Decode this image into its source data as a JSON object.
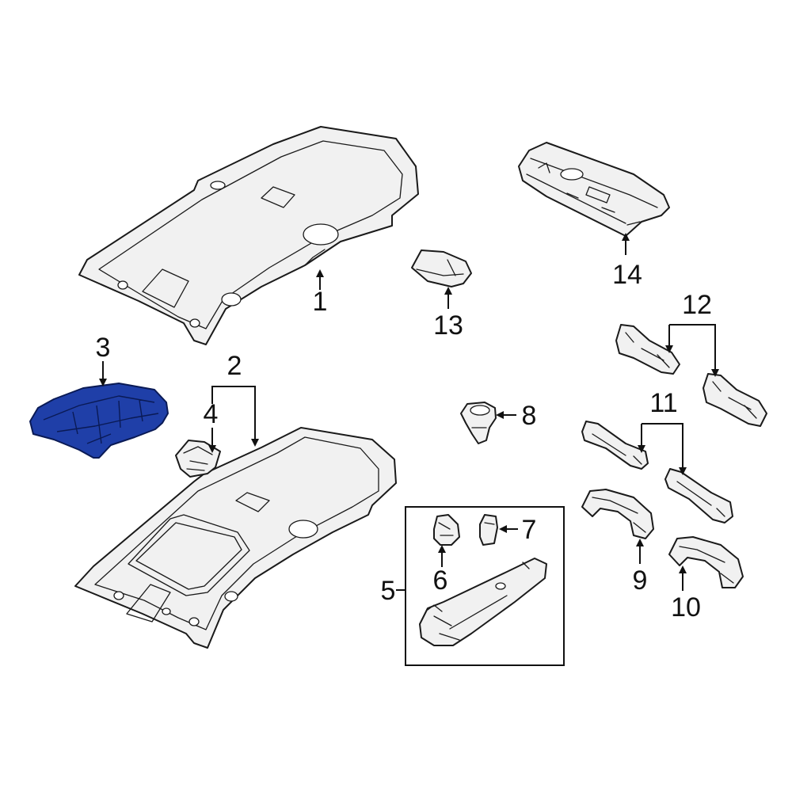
{
  "diagram": {
    "highlight_color": "#1f3fa8",
    "callouts": {
      "c1": "1",
      "c2": "2",
      "c3": "3",
      "c4": "4",
      "c5": "5",
      "c6": "6",
      "c7": "7",
      "c8": "8",
      "c9": "9",
      "c10": "10",
      "c11": "11",
      "c12": "12",
      "c13": "13",
      "c14": "14"
    }
  }
}
